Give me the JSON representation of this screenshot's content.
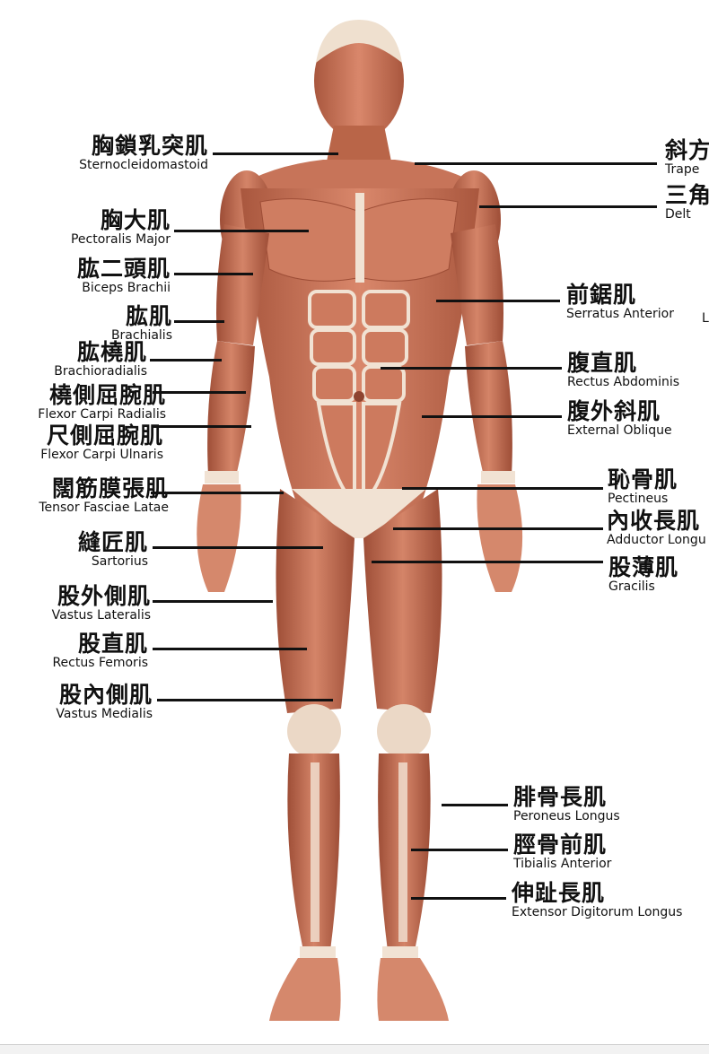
{
  "labels": {
    "left": [
      {
        "jp": "胸鎖乳突肌",
        "en": "Sternocleidomastoid"
      },
      {
        "jp": "胸大肌",
        "en": "Pectoralis Major"
      },
      {
        "jp": "肱二頭肌",
        "en": "Biceps Brachii"
      },
      {
        "jp": "肱肌",
        "en": "Brachialis"
      },
      {
        "jp": "肱橈肌",
        "en": "Brachioradialis"
      },
      {
        "jp": "橈側屈腕肌",
        "en": "Flexor Carpi Radialis"
      },
      {
        "jp": "尺側屈腕肌",
        "en": "Flexor Carpi Ulnaris"
      },
      {
        "jp": "闊筋膜張肌",
        "en": "Tensor Fasciae Latae"
      },
      {
        "jp": "縫匠肌",
        "en": "Sartorius"
      },
      {
        "jp": "股外側肌",
        "en": "Vastus Lateralis"
      },
      {
        "jp": "股直肌",
        "en": "Rectus Femoris"
      },
      {
        "jp": "股內側肌",
        "en": "Vastus Medialis"
      }
    ],
    "right": [
      {
        "jp": "斜方",
        "en": "Trape"
      },
      {
        "jp": "三角",
        "en": "Delt"
      },
      {
        "jp": "",
        "en": "L"
      },
      {
        "jp": "前鋸肌",
        "en": "Serratus Anterior"
      },
      {
        "jp": "腹直肌",
        "en": "Rectus Abdominis"
      },
      {
        "jp": "腹外斜肌",
        "en": "External Oblique"
      },
      {
        "jp": "恥骨肌",
        "en": "Pectineus"
      },
      {
        "jp": "內收長肌",
        "en": "Adductor Longu"
      },
      {
        "jp": "股薄肌",
        "en": "Gracilis"
      },
      {
        "jp": "腓骨長肌",
        "en": "Peroneus Longus"
      },
      {
        "jp": "脛骨前肌",
        "en": "Tibialis Anterior"
      },
      {
        "jp": "伸趾長肌",
        "en": "Extensor Digitorum Longus"
      }
    ]
  },
  "colors": {
    "muscle": "#c8745a",
    "muscle_dark": "#9e4e37",
    "tendon": "#f1e2d3",
    "skin": "#e2a488",
    "leader": "#111111"
  }
}
